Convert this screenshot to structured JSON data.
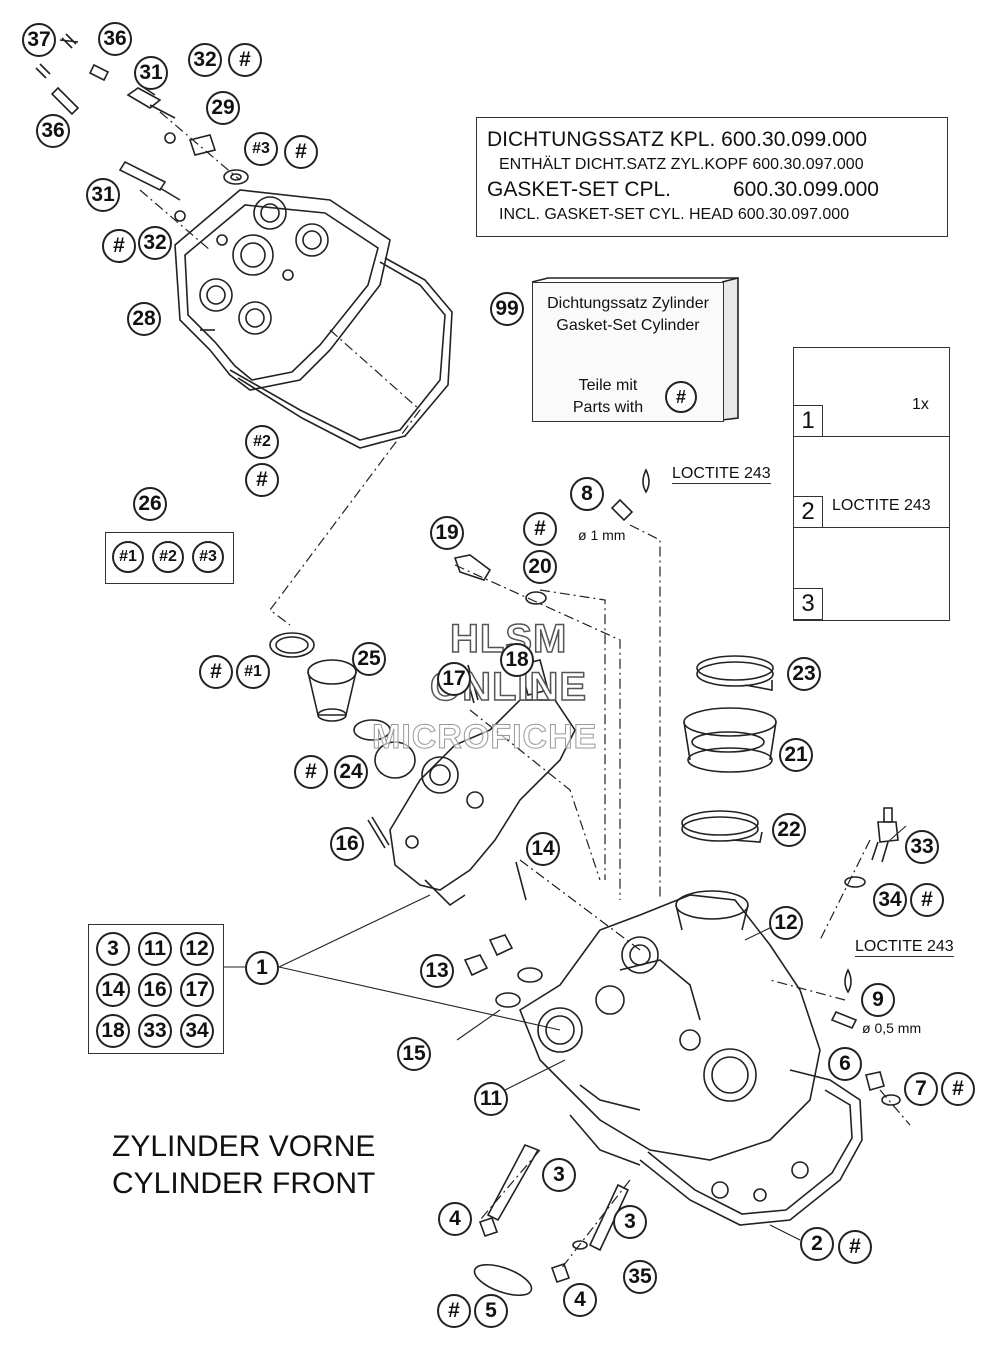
{
  "gasket_box": {
    "line1": "DICHTUNGSSATZ KPL. 600.30.099.000",
    "line2": "ENTHÄLT DICHT.SATZ ZYL.KOPF 600.30.097.000",
    "line3_left": "GASKET-SET CPL.",
    "line3_right": "600.30.099.000",
    "line4": "INCL. GASKET-SET CYL. HEAD 600.30.097.000"
  },
  "kit_box": {
    "number": "99",
    "line1": "Dichtungssatz Zylinder",
    "line2": "Gasket-Set Cylinder",
    "line3": "Teile mit",
    "line4": "Parts with",
    "mark": "#"
  },
  "steps": {
    "step1": "1",
    "step1_note": "1x",
    "step2": "2",
    "step2_note": "LOCTITE 243",
    "step3": "3"
  },
  "notes": {
    "loctite_a": "LOCTITE 243",
    "diam_a": "ø 1 mm",
    "loctite_b": "LOCTITE 243",
    "diam_b": "ø 0,5 mm"
  },
  "title": {
    "line1": "ZYLINDER VORNE",
    "line2": "CYLINDER FRONT"
  },
  "watermark": {
    "line1": "HLSM",
    "line2": "ONLINE",
    "line3": "MICROFICHE"
  },
  "group26": [
    "#1",
    "#2",
    "#3"
  ],
  "group1": [
    "3",
    "11",
    "12",
    "14",
    "16",
    "17",
    "18",
    "33",
    "34"
  ],
  "callouts": [
    "37",
    "36",
    "31",
    "32",
    "#",
    "29",
    "#3",
    "#",
    "36",
    "31",
    "#",
    "32",
    "28",
    "#2",
    "#",
    "26",
    "8",
    "19",
    "#",
    "20",
    "#",
    "#1",
    "25",
    "18",
    "17",
    "23",
    "21",
    "#",
    "24",
    "22",
    "33",
    "16",
    "14",
    "34",
    "#",
    "12",
    "1",
    "13",
    "15",
    "11",
    "9",
    "6",
    "7",
    "#",
    "3",
    "4",
    "3",
    "35",
    "2",
    "#",
    "#",
    "5",
    "4"
  ]
}
